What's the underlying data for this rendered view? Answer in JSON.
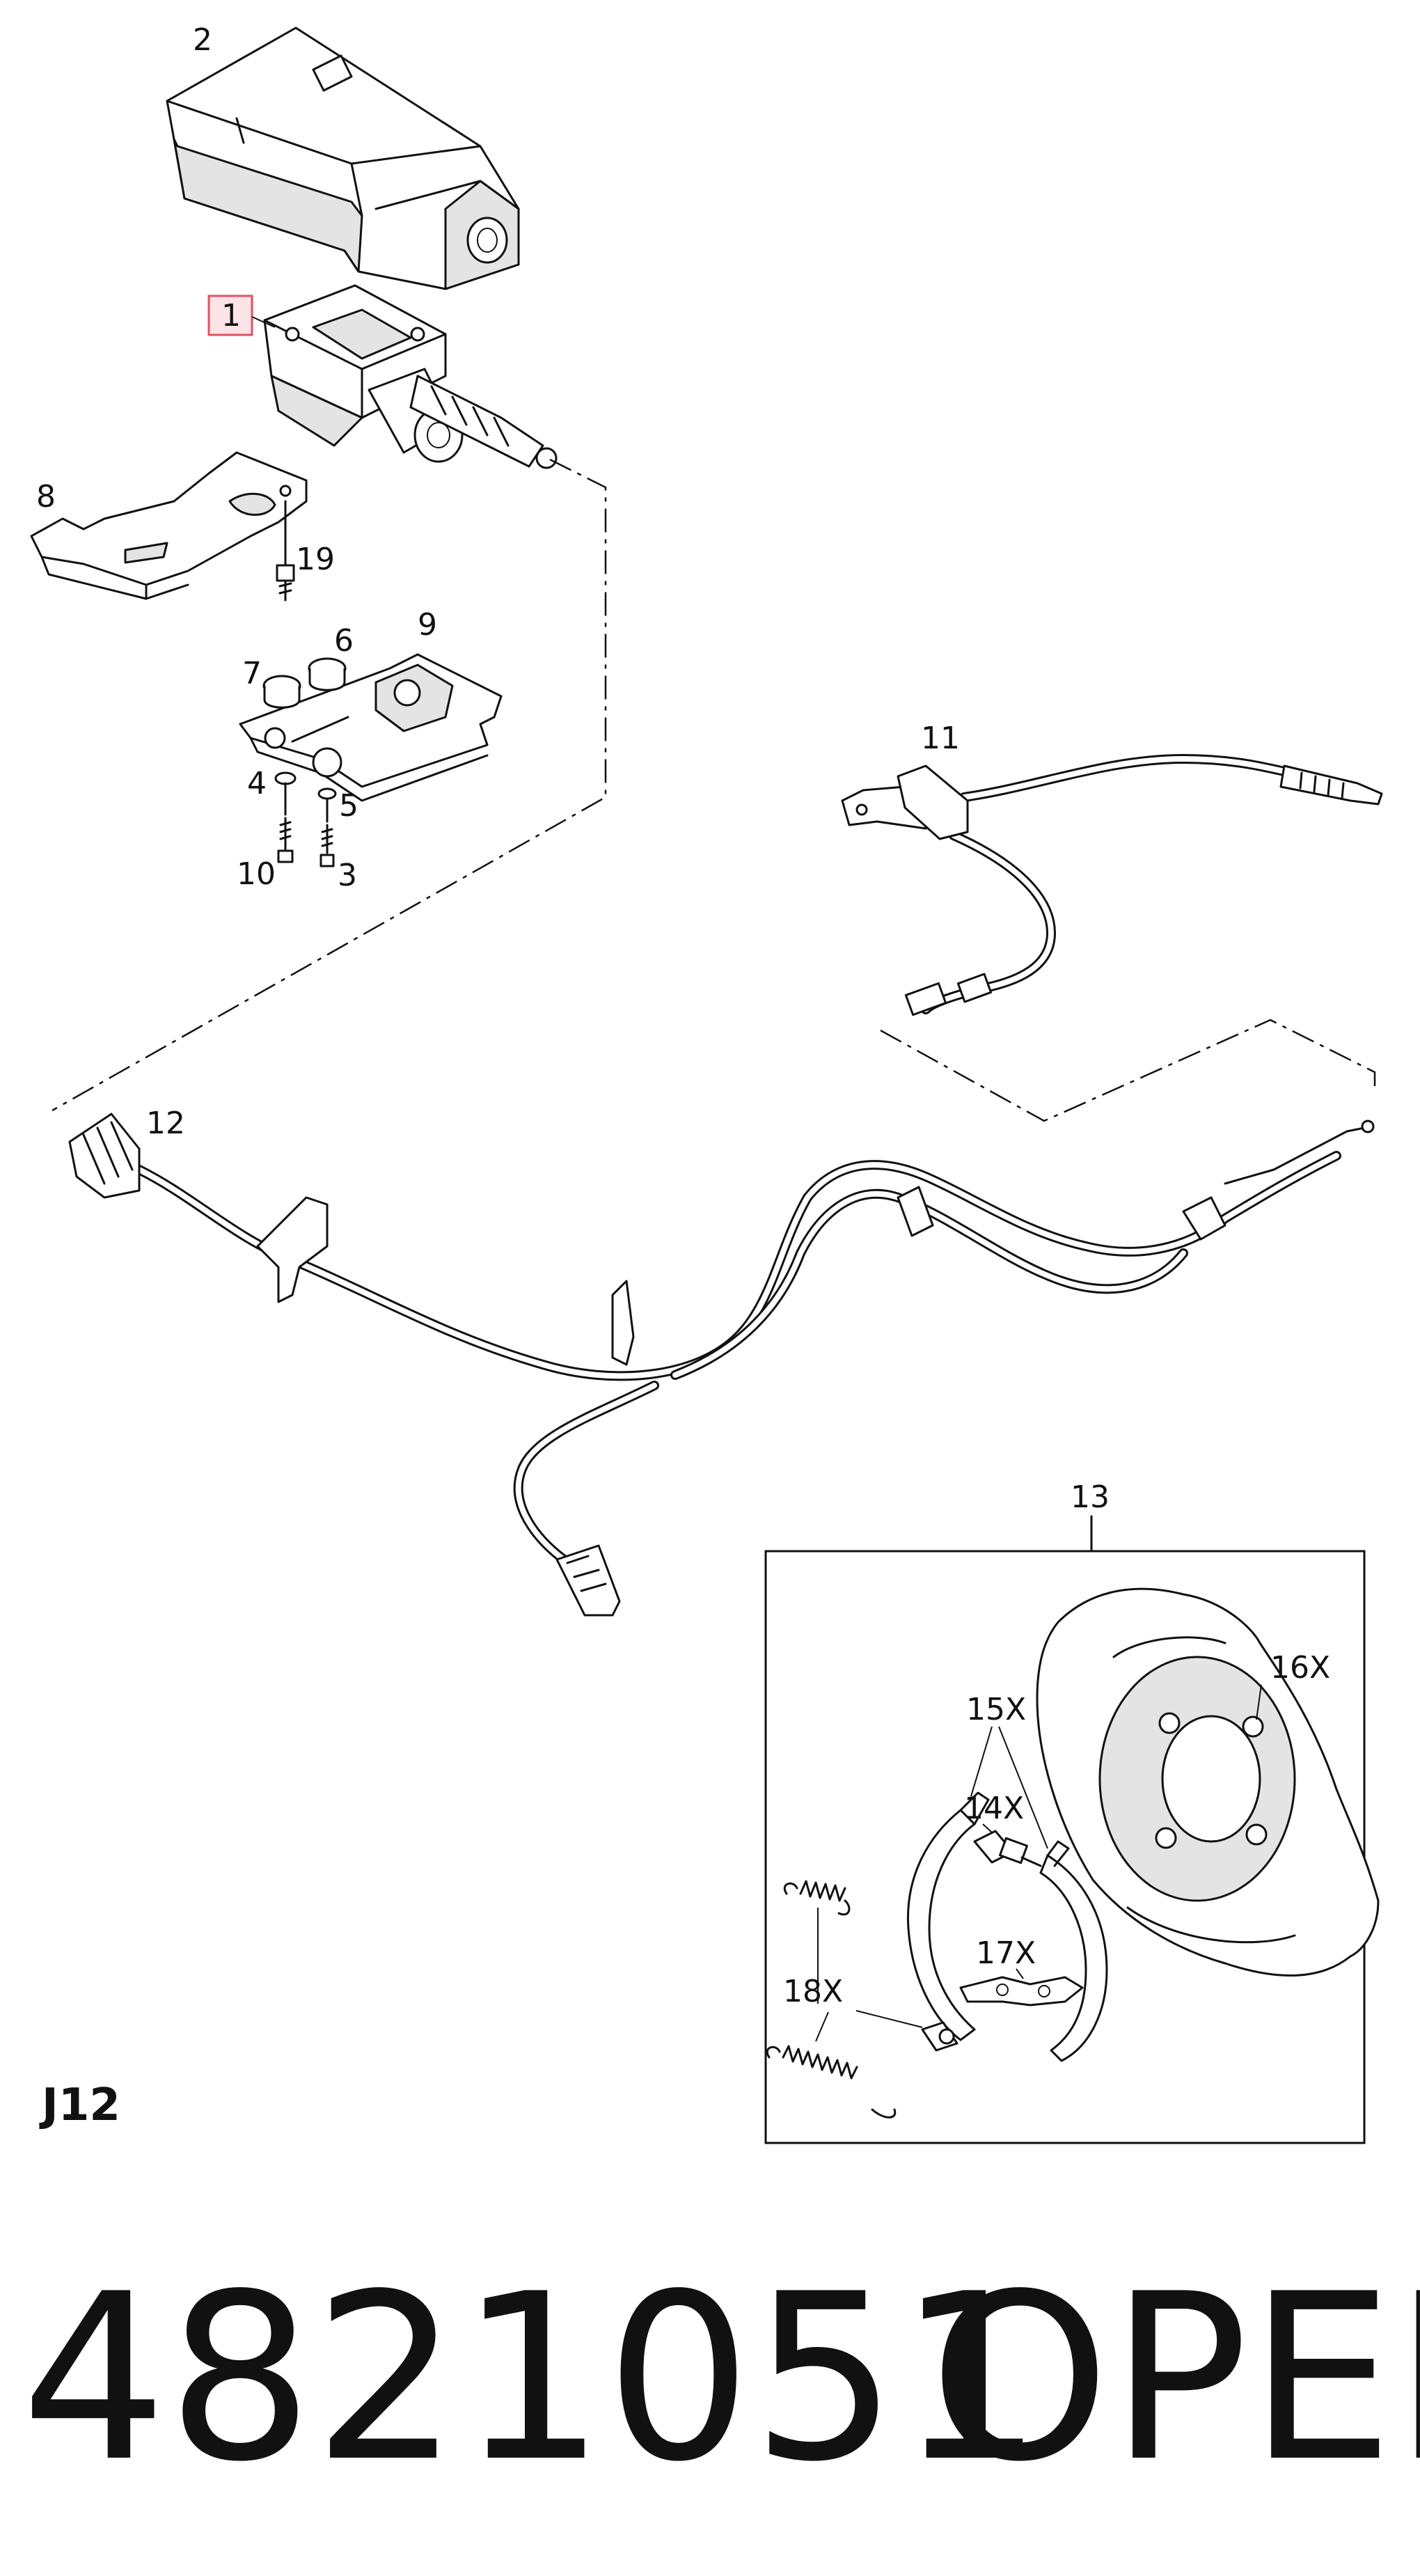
{
  "callouts": {
    "c1": "1",
    "c2": "2",
    "c3": "3",
    "c4": "4",
    "c5": "5",
    "c6": "6",
    "c7": "7",
    "c8": "8",
    "c9": "9",
    "c10": "10",
    "c11": "11",
    "c12": "12",
    "c13": "13",
    "c14": "14X",
    "c15": "15X",
    "c16": "16X",
    "c17": "17X",
    "c18": "18X",
    "c19": "19"
  },
  "section_label": "J12",
  "part_number": "4821051",
  "brand": "OPEL",
  "highlight_color": "#e05060"
}
